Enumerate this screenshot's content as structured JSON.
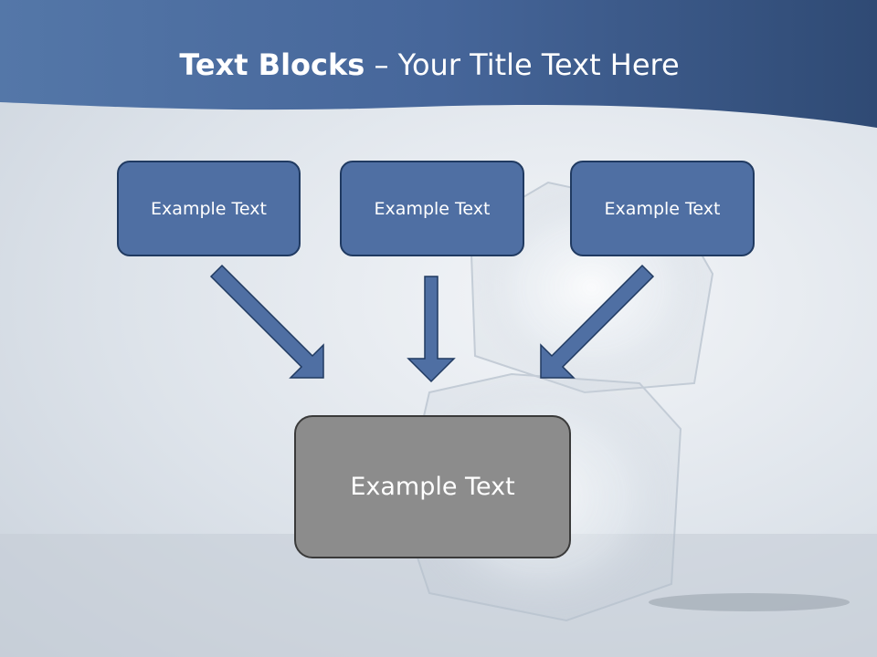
{
  "title": {
    "bold": "Text Blocks",
    "dash": " – ",
    "rest": "Your Title Text Here"
  },
  "blocks": [
    {
      "label": "Example Text"
    },
    {
      "label": "Example Text"
    },
    {
      "label": "Example Text"
    }
  ],
  "target": {
    "label": "Example Text"
  },
  "colors": {
    "header": "#3f5f8e",
    "box_fill": "#4f6fa3",
    "box_border": "#203a61",
    "target_fill": "#8c8c8c",
    "arrow_fill": "#4f6fa3"
  }
}
